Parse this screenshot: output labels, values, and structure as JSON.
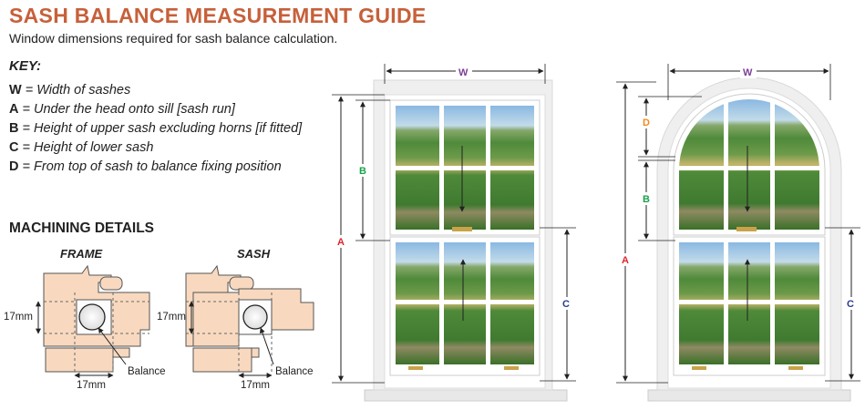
{
  "header": {
    "title": "SASH BALANCE MEASUREMENT GUIDE",
    "subtitle": "Window dimensions required for sash balance calculation."
  },
  "key": {
    "heading": "KEY:",
    "items": [
      {
        "letter": "W",
        "text": " = Width of sashes"
      },
      {
        "letter": "A",
        "text": " = Under the head onto sill [sash run]"
      },
      {
        "letter": "B",
        "text": " = Height of upper sash excluding horns [if fitted]"
      },
      {
        "letter": "C",
        "text": " = Height of lower sash"
      },
      {
        "letter": "D",
        "text": " = From top of sash to balance fixing position"
      }
    ]
  },
  "machining": {
    "heading": "MACHINING DETAILS",
    "frame": {
      "label": "FRAME",
      "dimension_vertical": "17mm",
      "dimension_horizontal": "17mm",
      "callout": "Balance"
    },
    "sash": {
      "label": "SASH",
      "dimension_vertical": "17mm",
      "dimension_horizontal": "17mm",
      "callout": "Balance"
    }
  },
  "dimension_labels": {
    "W": "W",
    "A": "A",
    "B": "B",
    "C": "C",
    "D": "D"
  },
  "colors": {
    "title": "#c7603a",
    "W": "#7b3f98",
    "A": "#e0232a",
    "B": "#1aa24a",
    "C": "#2a3a8c",
    "D": "#f08a1c",
    "timber": "#f8d9bf",
    "frame": "#efefef",
    "sky": "#9cc4e6",
    "field": "#4f8a3a"
  }
}
